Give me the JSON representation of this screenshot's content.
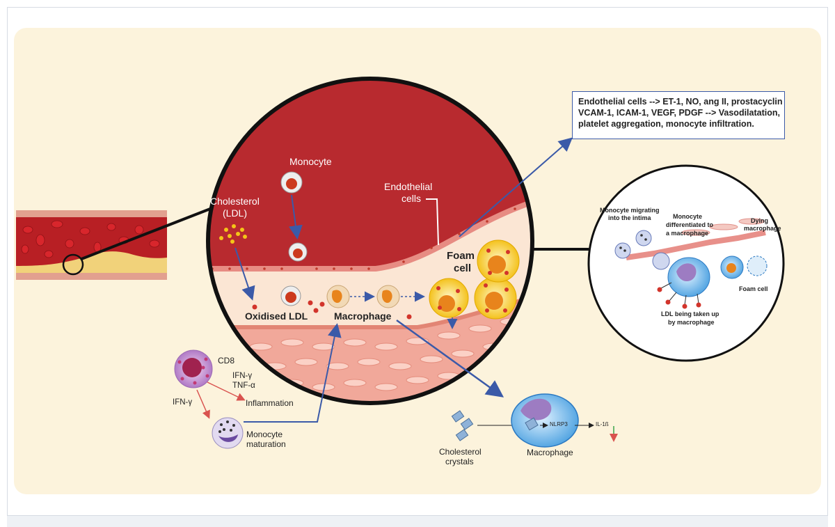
{
  "labels": {
    "monocyte": "Monocyte",
    "cholesterol": "Cholesterol",
    "ldl": "(LDL)",
    "endothelial": "Endothelial",
    "cells": "cells",
    "foam": "Foam",
    "cell": "cell",
    "oxidised_ldl": "Oxidised LDL",
    "macrophage": "Macrophage",
    "cd8": "CD8",
    "ifn_gamma": "IFN-γ",
    "tnf_alpha": "TNF-α",
    "ifn_gamma_left": "IFN-γ",
    "inflammation": "Inflammation",
    "monocyte_maturation_1": "Monocyte",
    "monocyte_maturation_2": "maturation",
    "crystals_1": "Cholesterol",
    "crystals_2": "crystals",
    "macrophage_bottom": "Macrophage",
    "nlrp3": "NLRP3",
    "il1b": "IL-1ß"
  },
  "info_box": {
    "line1": "Endothelial cells --> ET-1, NO, ang II, prostacyclin",
    "line2": "VCAM-1, ICAM-1, VEGF, PDGF --> Vasodilatation,",
    "line3": "platelet aggregation, monocyte infiltration."
  },
  "inset": {
    "migrating_1": "Monocyte migrating",
    "migrating_2": "into the intima",
    "differentiated_1": "Monocyte",
    "differentiated_2": "differentiated to",
    "differentiated_3": "a macrophage",
    "dying_1": "Dying",
    "dying_2": "macrophage",
    "foam_cell": "Foam cell",
    "ldl_uptake_1": "LDL being taken up",
    "ldl_uptake_2": "by macrophage"
  },
  "colors": {
    "panel_bg": "#fcf3dc",
    "blood": "#c0292f",
    "arrow_blue": "#3b5aa8",
    "arrow_red": "#d9534f",
    "down_arrow_green": "#3aa34a"
  }
}
